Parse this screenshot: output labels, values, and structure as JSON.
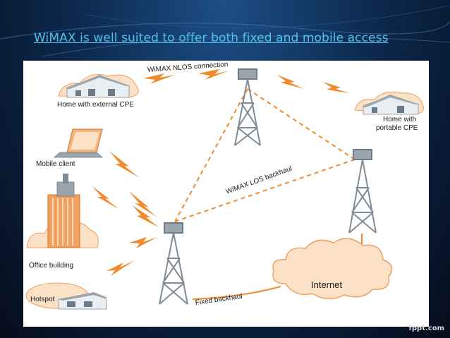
{
  "slide": {
    "title": "WiMAX is well suited to offer both fixed and mobile access",
    "watermark": "fppt.com"
  },
  "diagram": {
    "labels": {
      "home_external": "Home with external CPE",
      "nlos": "WiMAX NLOS connection",
      "home_portable_1": "Home with",
      "home_portable_2": "portable CPE",
      "mobile_client": "Mobile client",
      "los_backhaul": "WiMAX LOS backhaul",
      "office": "Office building",
      "hotspot": "Hotspot",
      "fixed_backhaul": "Fixed backhaul",
      "internet": "Internet"
    },
    "colors": {
      "link_orange": "#f08a2c",
      "tower_gray": "#7f8b95",
      "house_fill": "#f4a05a",
      "cloud_fill": "#fbe1c6"
    }
  }
}
